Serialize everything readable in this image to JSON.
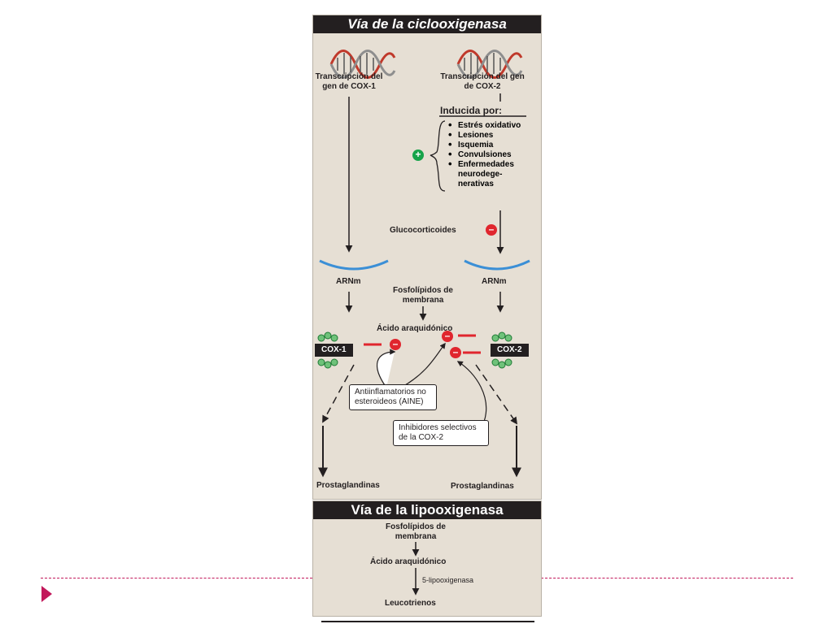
{
  "cyclo": {
    "title": "Vía de la ciclooxigenasa",
    "cox1_transcription": "Transcripción del gen de COX-1",
    "cox2_transcription": "Transcripción del gen de COX-2",
    "induced_by": "Inducida por:",
    "inducers": [
      "Estrés oxidativo",
      "Lesiones",
      "Isquemia",
      "Convulsiones",
      "Enfermedades neurodege-nerativas"
    ],
    "plus": "+",
    "glucocorticoids": "Glucocorticoides",
    "mrna_left": "ARNm",
    "mrna_right": "ARNm",
    "phospholipids": "Fosfolípidos de membrana",
    "arachidonic": "Ácido araquidónico",
    "cox1": "COX-1",
    "cox2": "COX-2",
    "nsaid": "Antiinflamatorios no esteroideos (AINE)",
    "cox2_inhibitors": "Inhibidores selectivos de la COX-2",
    "prostaglandins_left": "Prostaglandinas",
    "prostaglandins_right": "Prostaglandinas",
    "minus": "–"
  },
  "lipo": {
    "title": "Vía de la lipooxigenasa",
    "phospholipids": "Fosfolípidos de membrana",
    "arachidonic": "Ácido araquidónico",
    "enzyme": "5-lipooxigenasa",
    "leukotrienes": "Leucotrienos"
  },
  "colors": {
    "panel": "#e6dfd4",
    "header": "#231f20",
    "inhibit": "#e0262e",
    "activate": "#16a34a",
    "mrna": "#3b8fd6",
    "slide_accent": "#c2185b"
  }
}
